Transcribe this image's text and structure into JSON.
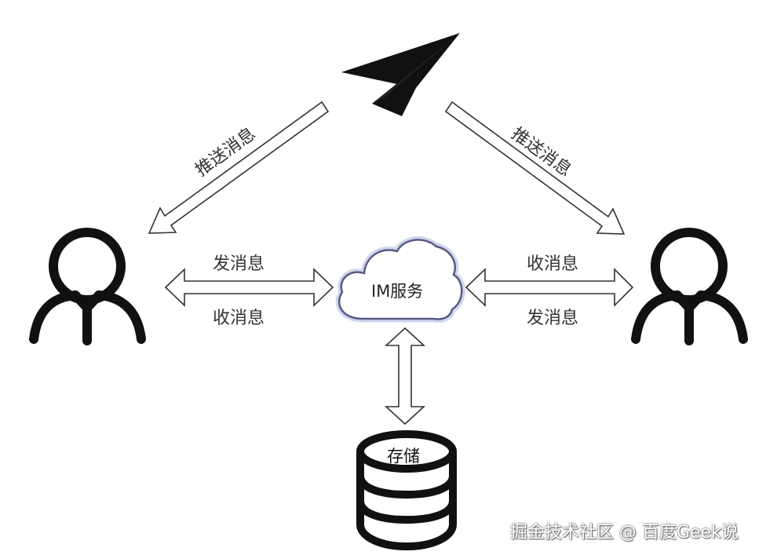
{
  "labels": {
    "push_left": "推送消息",
    "push_right": "推送消息",
    "send_left": "发消息",
    "recv_left": "收消息",
    "recv_right": "收消息",
    "send_right": "发消息",
    "im_service": "IM服务",
    "storage": "存储"
  },
  "watermark": "掘金技术社区 @ 百度Geek说",
  "colors": {
    "stroke": "#111111",
    "arrow_outline": "#333333",
    "cloud_outline": "#5a5a85",
    "cloud_glow": "#c9d3ea"
  },
  "icons": {
    "plane": "paper-plane-icon",
    "user_left": "user-icon",
    "user_right": "user-icon",
    "cloud": "cloud-icon",
    "database": "database-icon"
  }
}
